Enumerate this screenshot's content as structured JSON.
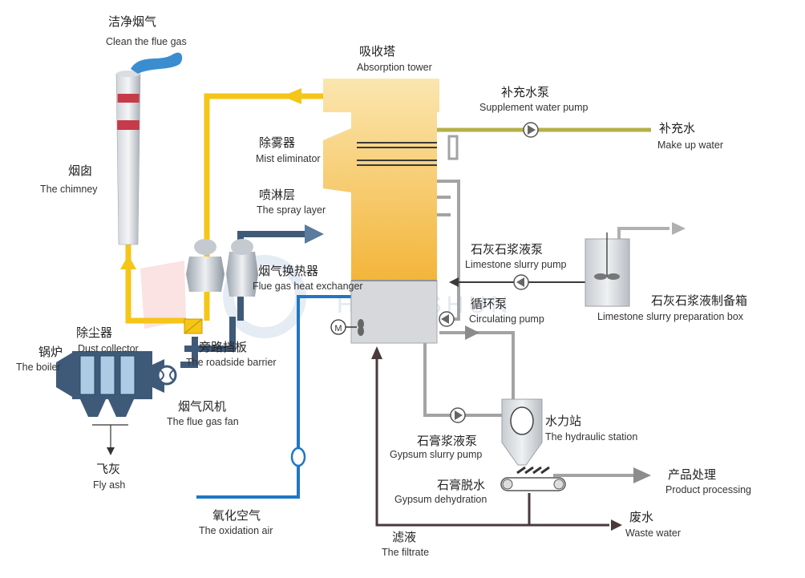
{
  "labels": {
    "clean_gas": {
      "zh": "洁净烟气",
      "en": "Clean the flue gas"
    },
    "chimney": {
      "zh": "烟囱",
      "en": "The chimney"
    },
    "absorption": {
      "zh": "吸收塔",
      "en": "Absorption tower"
    },
    "supp_pump": {
      "zh": "补充水泵",
      "en": "Supplement water pump"
    },
    "makeup_water": {
      "zh": "补充水",
      "en": "Make up water"
    },
    "mist": {
      "zh": "除雾器",
      "en": "Mist eliminator"
    },
    "spray": {
      "zh": "喷淋层",
      "en": "The spray layer"
    },
    "ls_pump": {
      "zh": "石灰石浆液泵",
      "en": "Limestone slurry pump"
    },
    "ls_box": {
      "zh": "石灰石浆液制备箱",
      "en": "Limestone slurry preparation box"
    },
    "heat_exchanger": {
      "zh": "烟气换热器",
      "en": "Flue gas heat exchanger"
    },
    "circ_pump": {
      "zh": "循环泵",
      "en": "Circulating pump"
    },
    "dust": {
      "zh": "除尘器",
      "en": "Dust collector"
    },
    "boiler": {
      "zh": "锅炉",
      "en": "The boiler"
    },
    "bypass": {
      "zh": "旁路挡板",
      "en": "The roadside barrier"
    },
    "fan": {
      "zh": "烟气风机",
      "en": "The flue gas fan"
    },
    "hydraulic": {
      "zh": "水力站",
      "en": "The hydraulic station"
    },
    "gypsum_pump": {
      "zh": "石膏浆液泵",
      "en": "Gypsum slurry pump"
    },
    "product": {
      "zh": "产品处理",
      "en": "Product processing"
    },
    "fly_ash": {
      "zh": "飞灰",
      "en": "Fly ash"
    },
    "gypsum_dehyd": {
      "zh": "石膏脱水",
      "en": "Gypsum dehydration"
    },
    "waste_water": {
      "zh": "废水",
      "en": "Waste water"
    },
    "oxidation": {
      "zh": "氧化空气",
      "en": "The oxidation air"
    },
    "filtrate": {
      "zh": "滤液",
      "en": "The filtrate"
    },
    "motor": "M"
  },
  "watermark": "HANGSHUN",
  "colors": {
    "yellow_pipe": "#f5c518",
    "dark_blue": "#3f5a78",
    "blue_pipe": "#1f77c4",
    "gray_pipe": "#9a9a9a",
    "dark_pipe": "#4a3a3c",
    "tower_top": "#fbe3a6",
    "tower_bottom": "#f3b83a",
    "chimney_red": "#c63a4a"
  }
}
